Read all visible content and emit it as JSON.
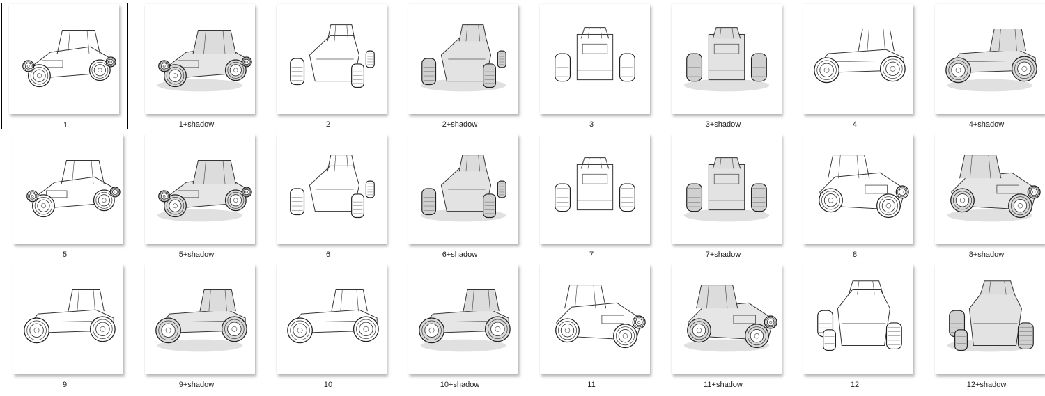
{
  "selection_color": "#000000",
  "items": [
    {
      "label": "1",
      "view": "three-quarter-left",
      "shadow": false,
      "selected": true
    },
    {
      "label": "1+shadow",
      "view": "three-quarter-left",
      "shadow": true,
      "selected": false
    },
    {
      "label": "2",
      "view": "front-left",
      "shadow": false,
      "selected": false
    },
    {
      "label": "2+shadow",
      "view": "front-left",
      "shadow": true,
      "selected": false
    },
    {
      "label": "3",
      "view": "front",
      "shadow": false,
      "selected": false
    },
    {
      "label": "3+shadow",
      "view": "front",
      "shadow": true,
      "selected": false
    },
    {
      "label": "4",
      "view": "side-left",
      "shadow": false,
      "selected": false
    },
    {
      "label": "4+shadow",
      "view": "side-left",
      "shadow": true,
      "selected": false
    },
    {
      "label": "5",
      "view": "three-quarter-left-low",
      "shadow": false,
      "selected": false
    },
    {
      "label": "5+shadow",
      "view": "three-quarter-left-low",
      "shadow": true,
      "selected": false
    },
    {
      "label": "6",
      "view": "front-right",
      "shadow": false,
      "selected": false
    },
    {
      "label": "6+shadow",
      "view": "front-right",
      "shadow": true,
      "selected": false
    },
    {
      "label": "7",
      "view": "rear",
      "shadow": false,
      "selected": false
    },
    {
      "label": "7+shadow",
      "view": "rear",
      "shadow": true,
      "selected": false
    },
    {
      "label": "8",
      "view": "three-quarter-right",
      "shadow": false,
      "selected": false
    },
    {
      "label": "8+shadow",
      "view": "three-quarter-right",
      "shadow": true,
      "selected": false
    },
    {
      "label": "9",
      "view": "side-right-rear",
      "shadow": false,
      "selected": false
    },
    {
      "label": "9+shadow",
      "view": "side-right-rear",
      "shadow": true,
      "selected": false
    },
    {
      "label": "10",
      "view": "side-right",
      "shadow": false,
      "selected": false
    },
    {
      "label": "10+shadow",
      "view": "side-right",
      "shadow": true,
      "selected": false
    },
    {
      "label": "11",
      "view": "three-quarter-right-front",
      "shadow": false,
      "selected": false
    },
    {
      "label": "11+shadow",
      "view": "three-quarter-right-front",
      "shadow": true,
      "selected": false
    },
    {
      "label": "12",
      "view": "front-high",
      "shadow": false,
      "selected": false
    },
    {
      "label": "12+shadow",
      "view": "front-high",
      "shadow": true,
      "selected": false
    }
  ]
}
